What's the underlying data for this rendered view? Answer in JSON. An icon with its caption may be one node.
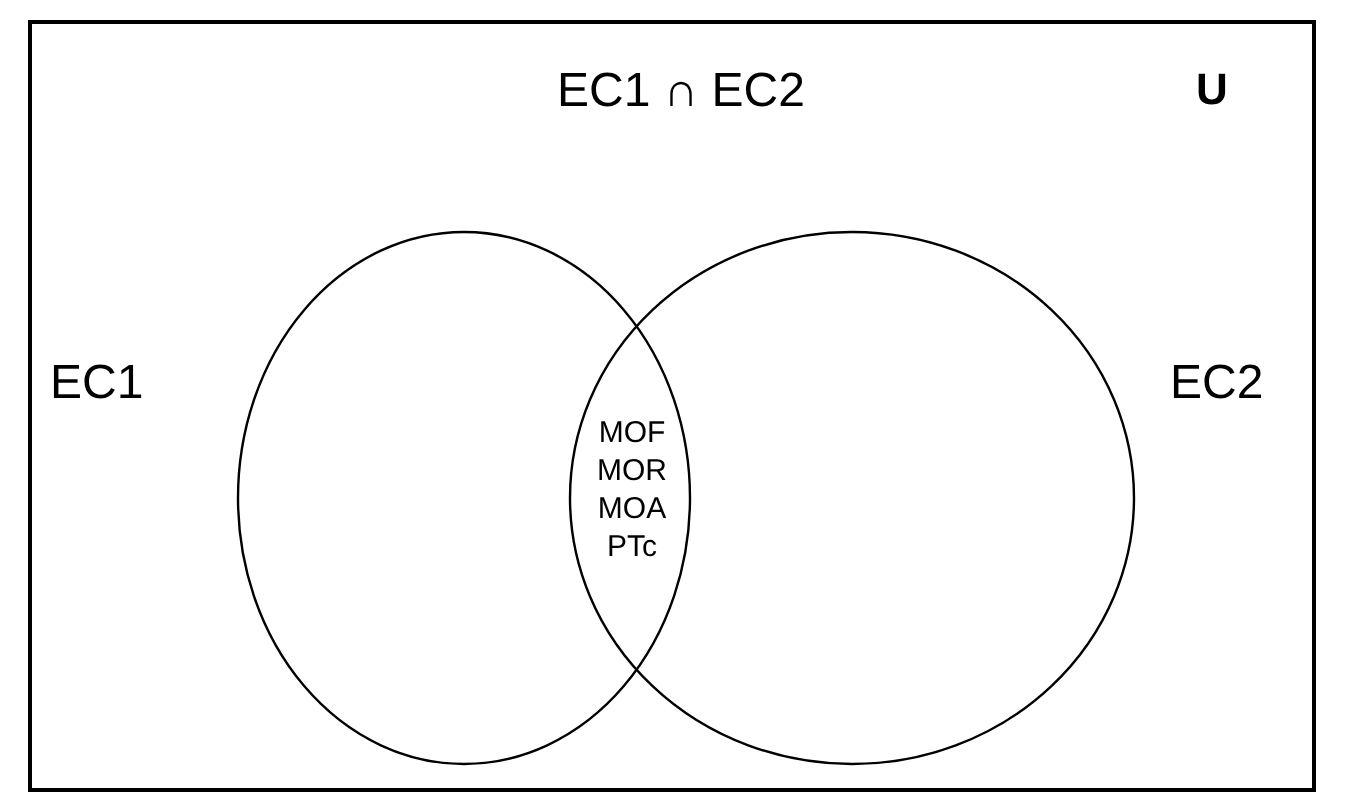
{
  "diagram": {
    "title": "EC1 ∩ EC2",
    "nodes": [
      {
        "text": [
          "U"
        ]
      },
      {
        "text": [
          "EC1"
        ],
        "in": 0
      },
      {
        "text": [
          "EC2"
        ],
        "in": 0
      }
    ],
    "labels": [
      "MOF",
      "MOR",
      "MOA",
      "PTc"
    ]
  }
}
